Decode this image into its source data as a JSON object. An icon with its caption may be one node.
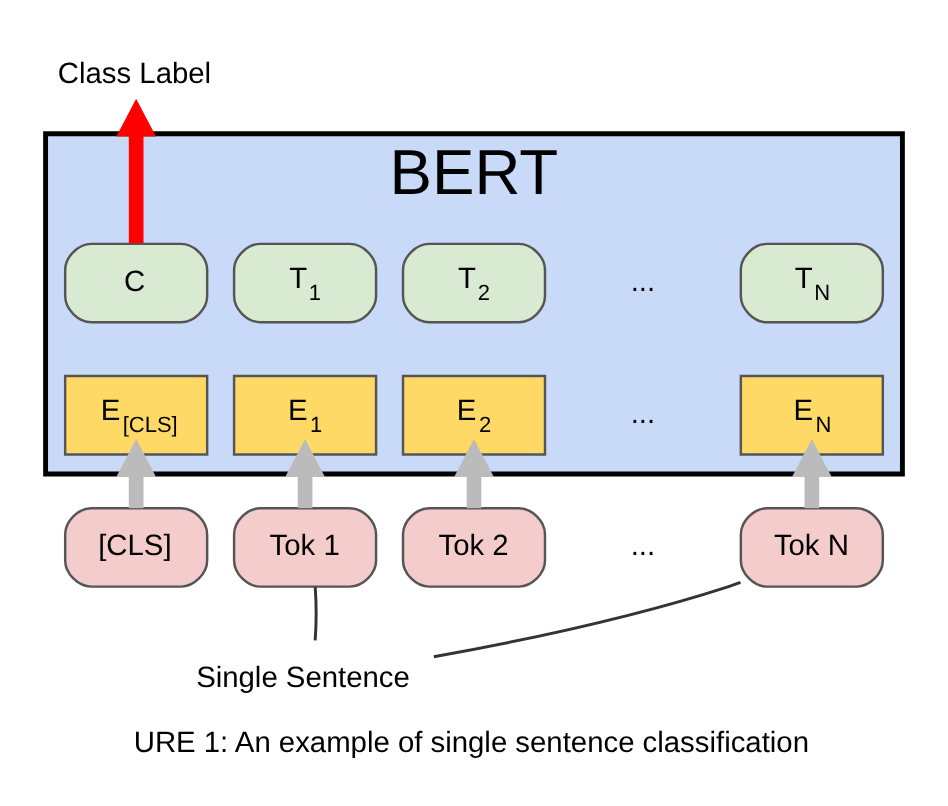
{
  "diagram": {
    "caption": "URE 1: An example of single sentence classification",
    "nodes": [
      {
        "text": [
          "BERT"
        ]
      },
      {
        "text": [
          "C"
        ],
        "in": 0
      },
      {
        "text": [
          "T$_{1}$"
        ],
        "in": 0
      },
      {
        "text": [
          "T$_{2}$"
        ],
        "in": 0
      },
      {
        "text": [
          "T$_{N}$"
        ],
        "in": 0
      },
      {
        "text": [
          "E$_{[CLS]}$"
        ],
        "in": 0
      },
      {
        "text": [
          "E$_{1}$"
        ],
        "in": 0
      },
      {
        "text": [
          "E$_{2}$"
        ],
        "in": 0
      },
      {
        "text": [
          "E$_{N}$"
        ],
        "in": 0
      },
      {
        "text": [
          "[CLS]"
        ]
      },
      {
        "text": [
          "Tok 1"
        ]
      },
      {
        "text": [
          "Tok 2"
        ]
      },
      {
        "text": [
          "Tok N"
        ]
      },
      {
        "text": [
          "Class Label"
        ]
      },
      {
        "text": [
          "Single Sentence"
        ]
      }
    ],
    "edges": [
      {
        "from": 1,
        "to": 13,
        "arrow": "to",
        "color": "#ff0000"
      },
      {
        "from": 9,
        "to": 5,
        "arrow": "to"
      },
      {
        "from": 10,
        "to": 6,
        "arrow": "to"
      },
      {
        "from": 11,
        "to": 7,
        "arrow": "to"
      },
      {
        "from": 12,
        "to": 8,
        "arrow": "to"
      },
      {
        "from": 10,
        "to": 14,
        "arrow": "none",
        "color": "#333333"
      },
      {
        "from": 12,
        "to": 14,
        "arrow": "none",
        "color": "#333333"
      }
    ],
    "labels": [
      "...",
      "...",
      "..."
    ]
  }
}
